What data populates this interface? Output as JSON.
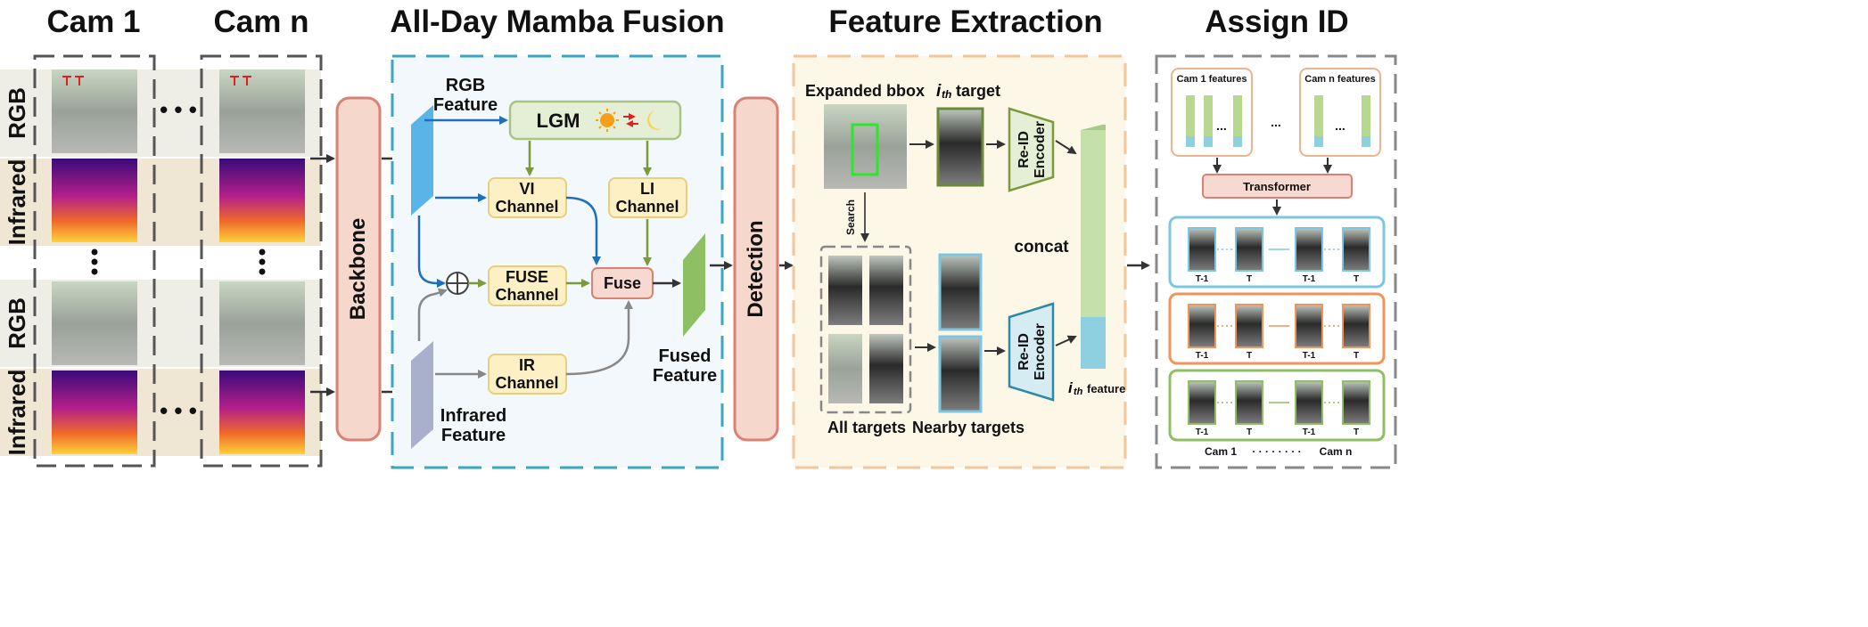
{
  "headers": {
    "cam1": "Cam 1",
    "camn": "Cam n",
    "fusion": "All-Day Mamba Fusion",
    "extraction": "Feature Extraction",
    "assign": "Assign ID"
  },
  "inputs": {
    "rgb": "RGB",
    "infrared": "Infrared",
    "hdots": "• • •",
    "vdots": "•\n•\n•"
  },
  "backbone": "Backbone",
  "detection": "Detection",
  "fusion": {
    "rgb_feature": [
      "RGB",
      "Feature"
    ],
    "infrared_feature": [
      "Infrared",
      "Feature"
    ],
    "fused_feature": [
      "Fused",
      "Feature"
    ],
    "lgm": "LGM",
    "vi_channel": [
      "VI",
      "Channel"
    ],
    "li_channel": [
      "LI",
      "Channel"
    ],
    "fuse_channel": [
      "FUSE",
      "Channel"
    ],
    "ir_channel": [
      "IR",
      "Channel"
    ],
    "fuse": "Fuse",
    "plus": "+"
  },
  "extraction": {
    "expanded_bbox": "Expanded bbox",
    "ith_target_i": "i",
    "ith_target_sub": "th",
    "ith_target_label": "target",
    "search": "Search",
    "reid_encoder": [
      "Re-ID",
      "Encoder"
    ],
    "concat": "concat",
    "ith_feature_i": "i",
    "ith_feature_sub": "th",
    "ith_feature_label": "feature",
    "all_targets": "All targets",
    "nearby_targets": "Nearby targets"
  },
  "assign": {
    "cam1_features": "Cam 1 features",
    "camn_features": "Cam n features",
    "dots": "...",
    "transformer": "Transformer",
    "frame_labels": [
      "T-1",
      "T",
      "T-1",
      "T"
    ],
    "footer_left": "Cam 1",
    "footer_dots": "· · · · · · · ·",
    "footer_right": "Cam n"
  },
  "colors": {
    "rgb_feature": "#5ab4e8",
    "infrared_feature": "#a9b0cc",
    "fused_feature": "#8fbf63",
    "backbone_fill": "#f5d7cc",
    "backbone_stroke": "#d98273",
    "fusion_bg": "#f2f8fc",
    "fusion_border": "#3aa6c2",
    "extract_bg": "#fdf7e8",
    "extract_border": "#f2c69a",
    "yellow_box": "#fdf0c5",
    "yellow_stroke": "#e8cf7c",
    "lgm_fill": "#e4efd6",
    "lgm_stroke": "#a8c487",
    "blue_arrow": "#1f6fb8",
    "green_arrow": "#7a9a3c",
    "gray_arrow": "#888888"
  }
}
